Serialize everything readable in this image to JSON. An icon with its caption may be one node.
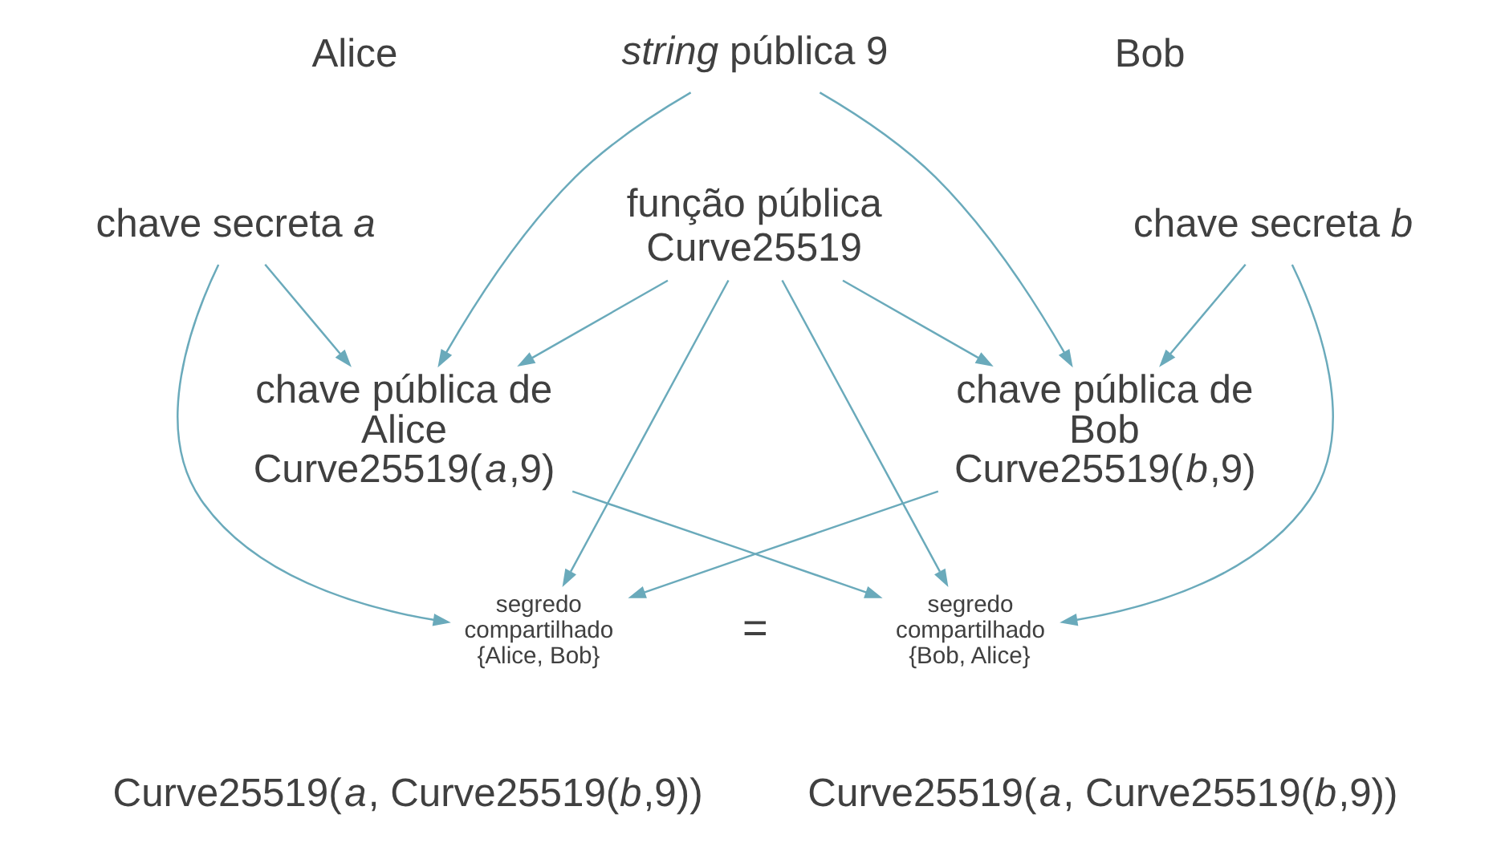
{
  "diagram": {
    "nodes": [
      {
        "text": [
          "*string* pública 9"
        ]
      },
      {
        "text": [
          "chave secreta *a*"
        ]
      },
      {
        "text": [
          "chave secreta *b*"
        ]
      },
      {
        "text": [
          "função pública Curve25519"
        ]
      },
      {
        "text": [
          "chave pública de Alice Curve25519(*a*,9)"
        ]
      },
      {
        "text": [
          "chave pública de Bob Curve25519(*b*,9)"
        ]
      },
      {
        "text": [
          "segredo compartilhado {Alice, Bob}"
        ]
      },
      {
        "text": [
          "segredo compartilhado {Bob, Alice}"
        ]
      }
    ],
    "edges": [
      {
        "from": 1,
        "to": 6,
        "arrow": "to"
      },
      {
        "from": 1,
        "to": 4,
        "arrow": "to"
      },
      {
        "from": 0,
        "to": 4,
        "arrow": "to"
      },
      {
        "from": 0,
        "to": 5,
        "arrow": "to"
      },
      {
        "from": 3,
        "to": 4,
        "arrow": "to"
      },
      {
        "from": 3,
        "to": 5,
        "arrow": "to"
      },
      {
        "from": 2,
        "to": 5,
        "arrow": "to"
      },
      {
        "from": 2,
        "to": 7,
        "arrow": "to"
      },
      {
        "from": 3,
        "to": 6,
        "arrow": "to"
      },
      {
        "from": 3,
        "to": 7,
        "arrow": "to"
      },
      {
        "from": 5,
        "to": 6,
        "arrow": "to"
      },
      {
        "from": 4,
        "to": 7,
        "arrow": "to"
      }
    ],
    "labels": [
      "Alice",
      "Bob",
      "=",
      "Curve25519(*a*, Curve25519(*b*,9))",
      "Curve25519(*a*, Curve25519(*b*,9))"
    ]
  }
}
